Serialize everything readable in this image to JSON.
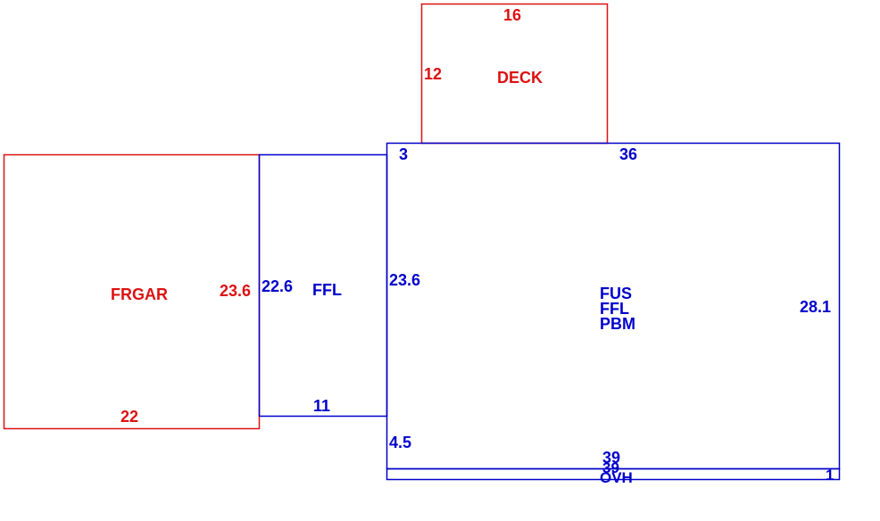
{
  "colors": {
    "primary_line": "#0000cc",
    "secondary_line": "#dd1111",
    "background": "#ffffff"
  },
  "deck": {
    "name": "DECK",
    "top_dim": "16",
    "side_dim": "12"
  },
  "garage": {
    "name": "FRGAR",
    "right_dim": "23.6",
    "bottom_dim": "22"
  },
  "ffl_wing": {
    "name": "FFL",
    "left_dim": "22.6",
    "bottom_dim": "11"
  },
  "main_house": {
    "labels": [
      "FUS",
      "FFL",
      "PBM"
    ],
    "top_left_dim": "3",
    "top_dim": "36",
    "left_dim": "23.6",
    "right_dim": "28.1",
    "lower_left_dim": "4.5",
    "bottom_dim": "39"
  },
  "overhang": {
    "name": "OVH",
    "length_dim": "39",
    "depth_dim": "1"
  }
}
